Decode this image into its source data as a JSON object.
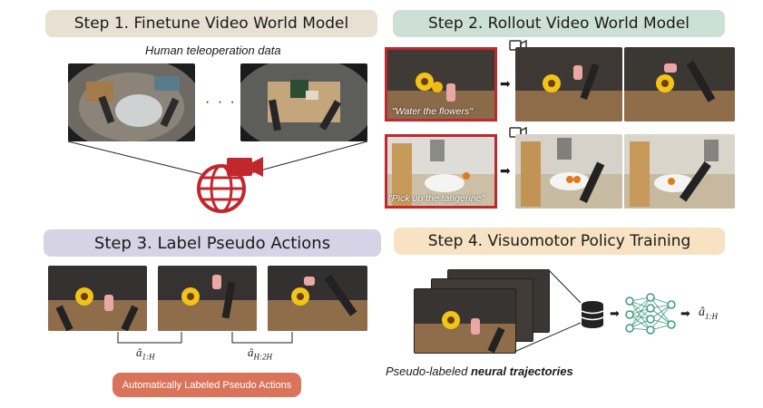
{
  "steps": {
    "step1": "Step 1. Finetune Video World Model",
    "step2": "Step 2. Rollout Video World Model",
    "step3": "Step 3. Label Pseudo Actions",
    "step4": "Step 4. Visuomotor Policy Training"
  },
  "colors": {
    "step1_bg": "#e8e0d3",
    "step2_bg": "#cde0d6",
    "step3_bg": "#d6d3e6",
    "step4_bg": "#f7e2c2",
    "accent_red": "#c1272d",
    "badge": "#d9735a"
  },
  "step1": {
    "caption": "Human teleoperation data",
    "ellipsis": "· · ·"
  },
  "step2": {
    "prompt1": "\"Water the flowers\"",
    "prompt2": "\"Pick up the tangerine\""
  },
  "step3": {
    "label1_main": "â",
    "label1_sub": "1:H",
    "label2_main": "â",
    "label2_sub": "H:2H",
    "badge": "Automatically Labeled Pseudo Actions"
  },
  "step4": {
    "caption_plain": "Pseudo-labeled ",
    "caption_bold": "neural trajectories",
    "output_main": "â",
    "output_sub": "1:H"
  },
  "icons": [
    "globe-camera-icon",
    "video-camera-icon",
    "database-icon",
    "neural-network-icon",
    "arrow-right-icon"
  ]
}
